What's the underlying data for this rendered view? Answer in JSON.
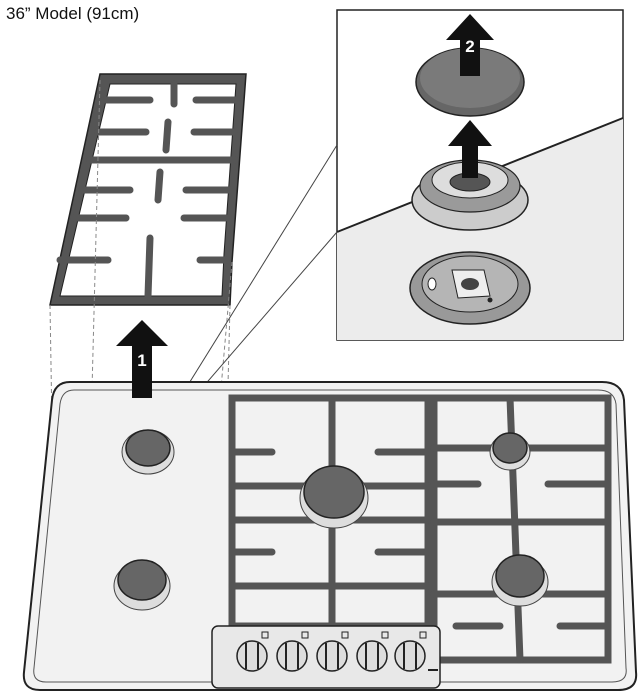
{
  "title": "36” Model (91cm)",
  "steps": [
    {
      "label": "1",
      "description_icon": "up-arrow-icon"
    },
    {
      "label": "2",
      "description_icon": "up-arrow-icon"
    }
  ],
  "colors": {
    "outline": "#222222",
    "grate_fill": "#555555",
    "burner_cap": "#666666",
    "cooktop_fill": "#f2f2f2",
    "inset_fill": "#ececec",
    "arrow": "#111111"
  }
}
